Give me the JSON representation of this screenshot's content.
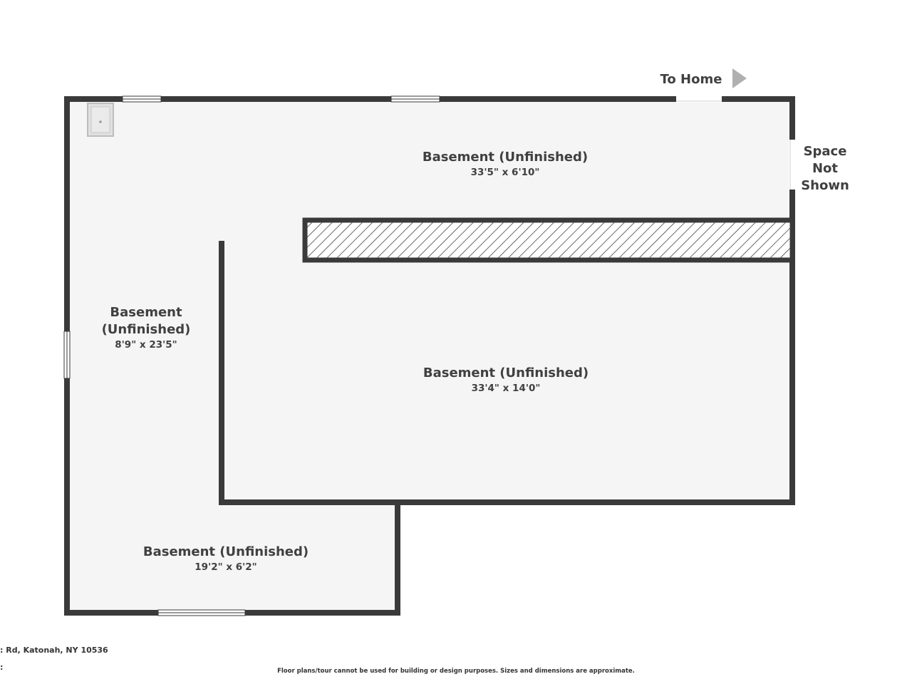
{
  "rooms": [
    {
      "name": "Basement (Unfinished)",
      "dims": "33'5\" x 6'10\""
    },
    {
      "name": "Basement (Unfinished)",
      "dims": "33'4\" x 14'0\""
    },
    {
      "name_line1": "Basement",
      "name_line2": "(Unfinished)",
      "dims": "8'9\" x 23'5\""
    },
    {
      "name": "Basement (Unfinished)",
      "dims": "19'2\" x 6'2\""
    }
  ],
  "to_home": {
    "label": "To Home",
    "icon": "arrow-right-icon"
  },
  "space_not_shown": {
    "line1": "Space",
    "line2": "Not",
    "line3": "Shown"
  },
  "footer": {
    "address": ": Rd, Katonah, NY 10536",
    "stray": ":",
    "disclaimer": "Floor plans/tour cannot be used for building or design purposes. Sizes and dimensions are approximate."
  },
  "colors": {
    "wall": "#3a3a3a",
    "floor": "#f5f5f5",
    "hatch": "#3a3a3a",
    "arrow": "#b0b0b0"
  }
}
